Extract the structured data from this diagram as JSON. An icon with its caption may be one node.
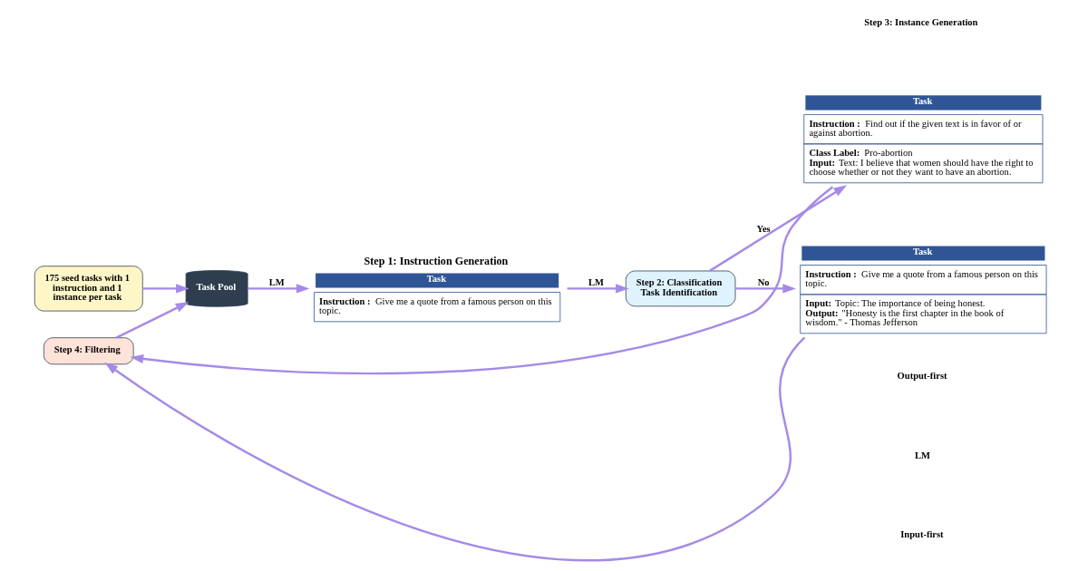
{
  "diagram": {
    "nodes": [
      {
        "text": [
          "175 seed tasks with 1 instruction and 1 instance per task"
        ]
      },
      {
        "text": [
          "Task Pool"
        ]
      },
      {
        "text": [
          "Step 1: Instruction Generation",
          "Task",
          "**Instruction :** Give me a quote from a famous person on this topic."
        ]
      },
      {
        "text": [
          "Step 2: Classification Task Identification"
        ]
      },
      {
        "text": [
          "Task",
          "**Instruction :** Find out if the given text is in favor of or against abortion.",
          "**Class Label:** Pro-abortion",
          "**Input:** Text: I believe that women should have the right to choose whether or not they want to have an abortion."
        ]
      },
      {
        "text": [
          "Task",
          "**Instruction :** Give me a quote from a famous person on this topic.",
          "**Input:** Topic: The importance of being honest.",
          "**Output:** \"Honesty is the first chapter in the book of wisdom.\" - Thomas Jefferson"
        ]
      },
      {
        "text": [
          "Step 4: Filtering"
        ]
      }
    ],
    "edges": [
      {
        "from": 0,
        "to": 1,
        "arrow": "to"
      },
      {
        "from": 1,
        "to": 2,
        "arrow": "to",
        "label": "LM"
      },
      {
        "from": 2,
        "to": 3,
        "arrow": "to",
        "label": "LM"
      },
      {
        "from": 3,
        "to": 4,
        "arrow": "to",
        "label": "Yes"
      },
      {
        "from": 3,
        "to": 5,
        "arrow": "to",
        "label": "No"
      },
      {
        "from": 4,
        "to": 6,
        "arrow": "to"
      },
      {
        "from": 5,
        "to": 6,
        "arrow": "to"
      },
      {
        "from": 6,
        "to": 1,
        "arrow": "to"
      }
    ],
    "labels": [
      "Step 3: Instance Generation",
      "Output-first",
      "LM",
      "Input-first"
    ]
  }
}
